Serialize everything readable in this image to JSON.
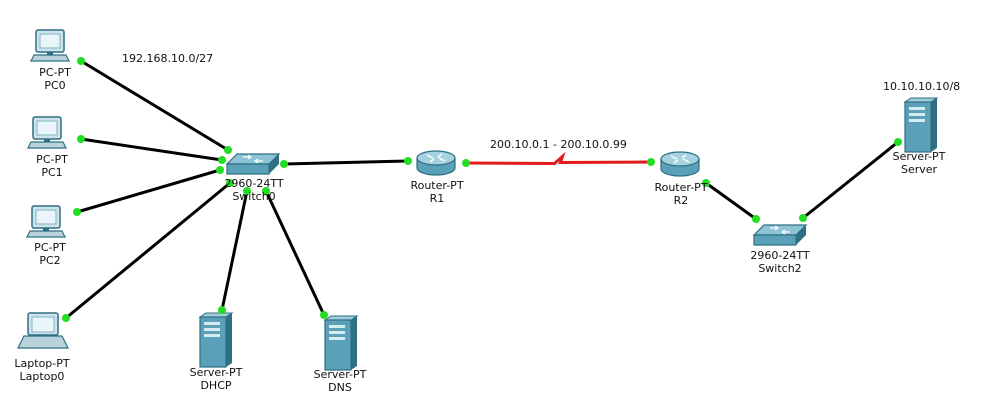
{
  "annotations": {
    "lan_subnet": "192.168.10.0/27",
    "wan_range": "200.10.0.1 - 200.10.0.99",
    "server_ip": "10.10.10.10/8"
  },
  "devices": {
    "pc0": {
      "model": "PC-PT",
      "name": "PC0",
      "icon": "desktop-pc-icon"
    },
    "pc1": {
      "model": "PC-PT",
      "name": "PC1",
      "icon": "desktop-pc-icon"
    },
    "pc2": {
      "model": "PC-PT",
      "name": "PC2",
      "icon": "desktop-pc-icon"
    },
    "laptop0": {
      "model": "Laptop-PT",
      "name": "Laptop0",
      "icon": "laptop-icon"
    },
    "switch0": {
      "model": "2960-24TT",
      "name": "Switch0",
      "icon": "switch-icon"
    },
    "dhcp": {
      "model": "Server-PT",
      "name": "DHCP",
      "icon": "server-icon"
    },
    "dns": {
      "model": "Server-PT",
      "name": "DNS",
      "icon": "server-icon"
    },
    "r1": {
      "model": "Router-PT",
      "name": "R1",
      "icon": "router-icon"
    },
    "r2": {
      "model": "Router-PT",
      "name": "R2",
      "icon": "router-icon"
    },
    "switch2": {
      "model": "2960-24TT",
      "name": "Switch2",
      "icon": "switch-icon"
    },
    "server": {
      "model": "Server-PT",
      "name": "Server",
      "icon": "server-icon"
    }
  },
  "links": [
    {
      "from": "pc0",
      "to": "switch0",
      "type": "copper"
    },
    {
      "from": "pc1",
      "to": "switch0",
      "type": "copper"
    },
    {
      "from": "pc2",
      "to": "switch0",
      "type": "copper"
    },
    {
      "from": "laptop0",
      "to": "switch0",
      "type": "copper"
    },
    {
      "from": "dhcp",
      "to": "switch0",
      "type": "copper"
    },
    {
      "from": "dns",
      "to": "switch0",
      "type": "copper"
    },
    {
      "from": "switch0",
      "to": "r1",
      "type": "copper"
    },
    {
      "from": "r1",
      "to": "r2",
      "type": "serial"
    },
    {
      "from": "r2",
      "to": "switch2",
      "type": "copper"
    },
    {
      "from": "switch2",
      "to": "server",
      "type": "copper"
    }
  ],
  "colors": {
    "copper": "#000000",
    "serial": "#e11b1b",
    "port_up": "#22dd22",
    "device": "#5aa0b8",
    "device_dark": "#2f6f84"
  }
}
